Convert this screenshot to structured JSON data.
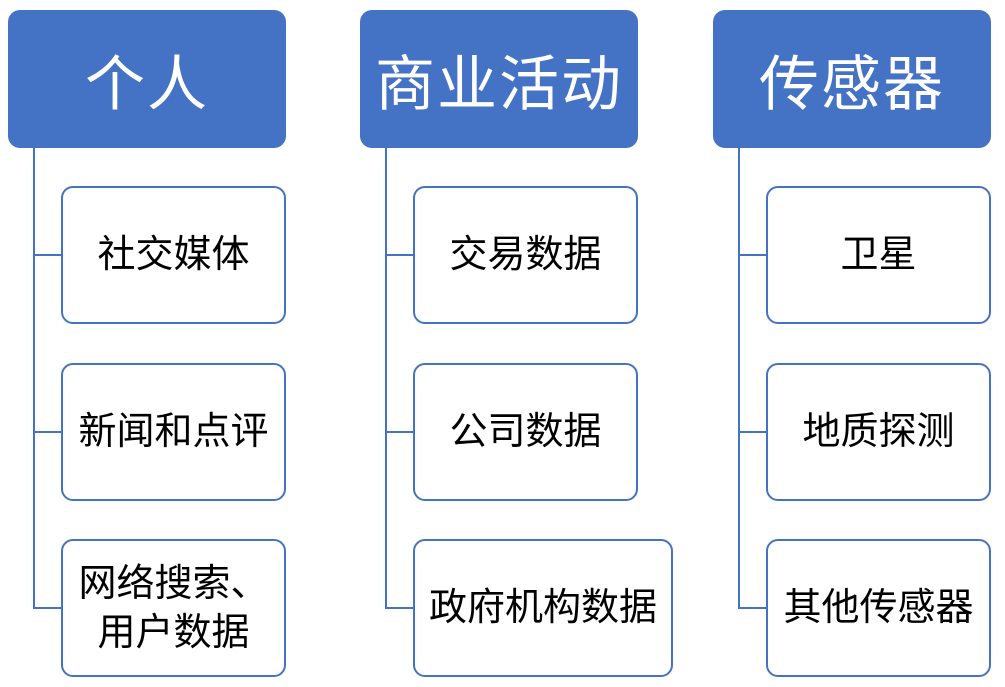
{
  "columns": [
    {
      "header": "个人",
      "items": [
        "社交媒体",
        "新闻和点评",
        "网络搜索、\n用户数据"
      ]
    },
    {
      "header": "商业活动",
      "items": [
        "交易数据",
        "公司数据",
        "政府机构数据"
      ]
    },
    {
      "header": "传感器",
      "items": [
        "卫星",
        "地质探测",
        "其他传感器"
      ]
    }
  ],
  "colors": {
    "header_fill": "#4472C4",
    "item_border": "#4472C4",
    "connector": "#4472C4"
  }
}
